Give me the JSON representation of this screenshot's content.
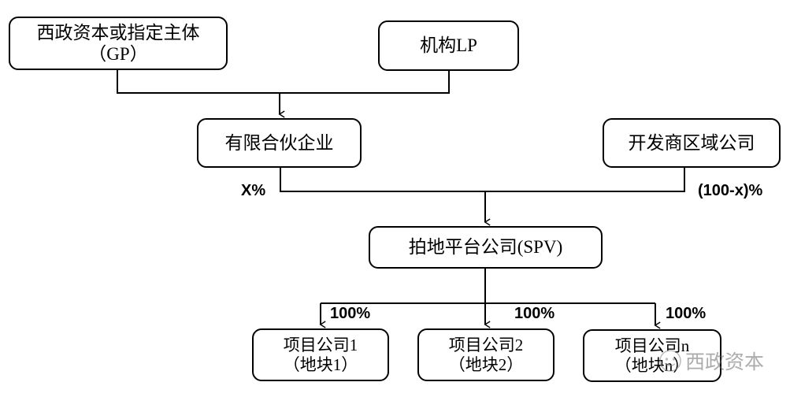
{
  "diagram": {
    "type": "org-flow",
    "background_color": "#ffffff",
    "line_color": "#000000",
    "nodes": [
      {
        "id": "gp",
        "line1": "西政资本或指定主体",
        "line2": "（GP）"
      },
      {
        "id": "lp",
        "line1": "机构LP",
        "line2": ""
      },
      {
        "id": "lpship",
        "line1": "有限合伙企业",
        "line2": ""
      },
      {
        "id": "dev",
        "line1": "开发商区域公司",
        "line2": ""
      },
      {
        "id": "spv",
        "line1": "拍地平台公司(SPV)",
        "line2": ""
      },
      {
        "id": "proj1",
        "line1": "项目公司1",
        "line2": "（地块1）"
      },
      {
        "id": "proj2",
        "line1": "项目公司2",
        "line2": "（地块2）"
      },
      {
        "id": "proj3",
        "line1": "项目公司n",
        "line2": "（地块n）"
      }
    ],
    "edge_labels": [
      {
        "id": "x_pct",
        "text": "X%"
      },
      {
        "id": "hundred_x",
        "text": "(100-x)%"
      },
      {
        "id": "p1_pct",
        "text": "100%"
      },
      {
        "id": "p2_pct",
        "text": "100%"
      },
      {
        "id": "p3_pct",
        "text": "100%"
      }
    ]
  },
  "watermark": {
    "text": "西政资本",
    "icon": "wechat-logo-icon"
  }
}
